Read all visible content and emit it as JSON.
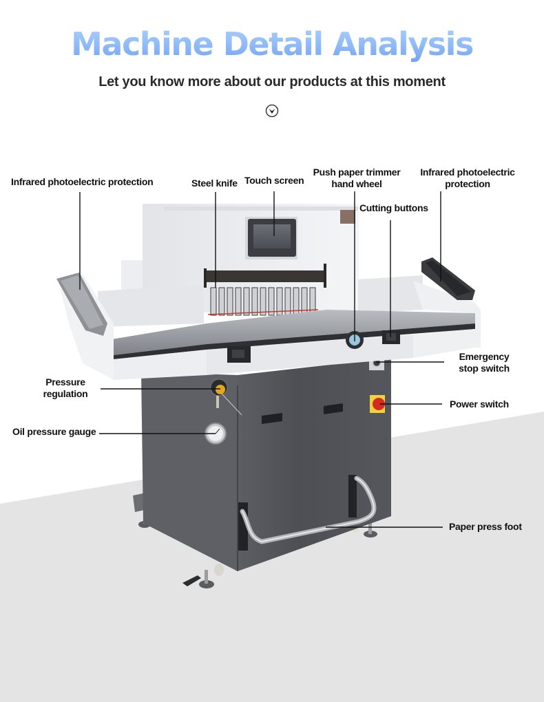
{
  "header": {
    "title": "Machine Detail  Analysis",
    "subtitle": "Let you know more about our products at this moment",
    "scroll_icon": "chevron-down-circle-icon"
  },
  "colors": {
    "title_gradient_top": "#acd2f9",
    "title_gradient_bottom": "#6f9ef3",
    "floor": "#e4e4e4",
    "machine_body": "#505257",
    "machine_top": "#e8e9ec",
    "table_steel": "#8d9096"
  },
  "callouts": {
    "infrared_left": "Infrared photoelectric protection",
    "steel_knife": "Steel knife",
    "touch_screen": "Touch screen",
    "hand_wheel_line1": "Push paper trimmer",
    "hand_wheel_line2": "hand wheel",
    "infrared_right_line1": "Infrared photoelectric",
    "infrared_right_line2": "protection",
    "cutting_buttons": "Cutting buttons",
    "emergency_line1": "Emergency",
    "emergency_line2": "stop switch",
    "pressure_line1": "Pressure",
    "pressure_line2": "regulation",
    "power_switch": "Power switch",
    "oil_gauge": "Oil pressure gauge",
    "press_foot": "Paper press foot"
  }
}
